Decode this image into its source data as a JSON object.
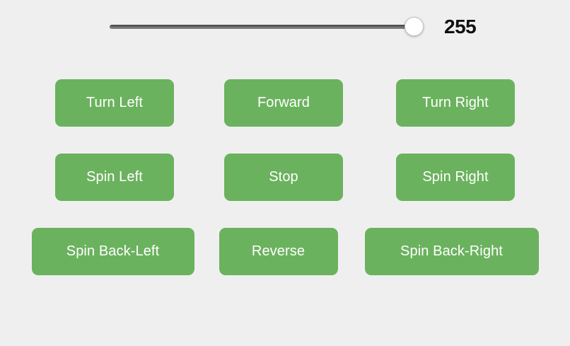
{
  "slider": {
    "name": "speed-slider",
    "value": "255",
    "min": 0,
    "max": 255,
    "current": 255,
    "percent": 100,
    "track_color": "#555555",
    "thumb_color": "#ffffff"
  },
  "theme": {
    "background": "#efeff0",
    "button_color": "#6bb25e",
    "button_text_color": "#ffffff",
    "value_text_color": "#111111"
  },
  "controls": {
    "rows": [
      {
        "buttons": [
          {
            "label": "Turn Left",
            "size": "wide"
          },
          {
            "label": "Forward",
            "size": "wide"
          },
          {
            "label": "Turn Right",
            "size": "wide"
          }
        ]
      },
      {
        "buttons": [
          {
            "label": "Spin Left",
            "size": "wide"
          },
          {
            "label": "Stop",
            "size": "wide"
          },
          {
            "label": "Spin Right",
            "size": "wide"
          }
        ]
      },
      {
        "buttons": [
          {
            "label": "Spin Back-Left",
            "size": "xwide"
          },
          {
            "label": "Reverse",
            "size": "wide"
          },
          {
            "label": "Spin Back-Right",
            "size": "xxwide"
          }
        ]
      }
    ]
  }
}
